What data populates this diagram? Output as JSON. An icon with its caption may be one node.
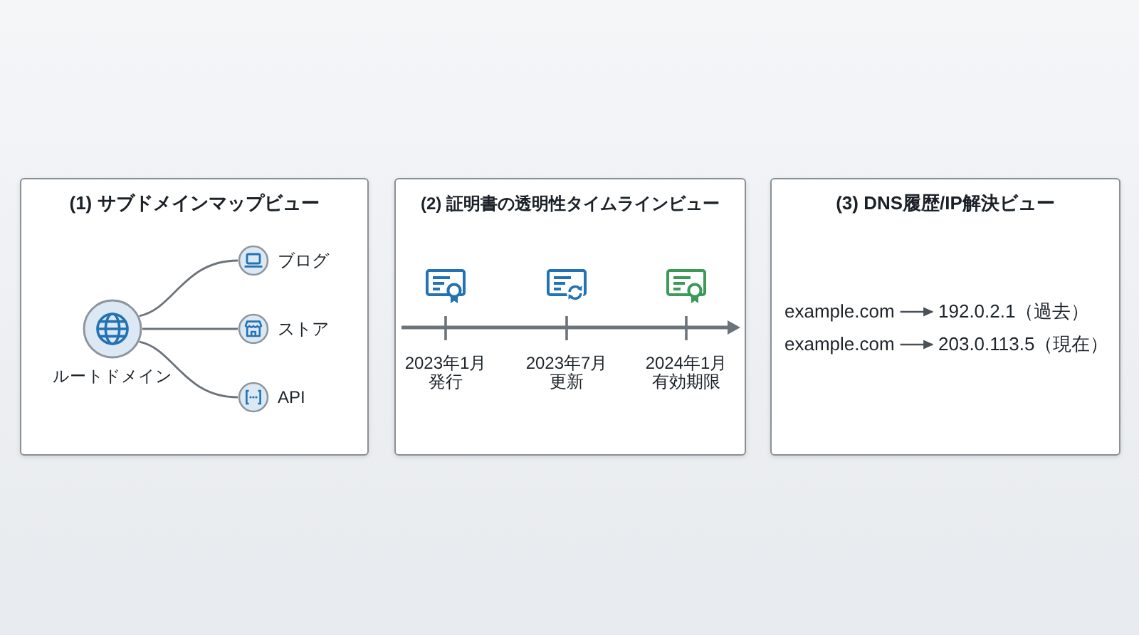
{
  "diagram": {
    "nodes": [
      {
        "text": [
          "(1) サブドメインマップビュー"
        ]
      },
      {
        "text": [
          "ルートドメイン"
        ],
        "in": 0
      },
      {
        "text": [
          "ブログ"
        ],
        "in": 0
      },
      {
        "text": [
          "ストア"
        ],
        "in": 0
      },
      {
        "text": [
          "API"
        ],
        "in": 0
      },
      {
        "text": [
          "(2) 証明書の透明性タイムラインビュー"
        ]
      },
      {
        "text": [
          "(3) DNS履歴/IP解決ビュー"
        ]
      },
      {
        "text": [
          "example.com"
        ],
        "in": 6
      },
      {
        "text": [
          "192.0.2.1（過去）"
        ],
        "in": 6
      },
      {
        "text": [
          "example.com"
        ],
        "in": 6
      },
      {
        "text": [
          "203.0.113.5（現在）"
        ],
        "in": 6
      }
    ],
    "edges": [
      {
        "from": 1,
        "to": 2,
        "arrow": "none"
      },
      {
        "from": 1,
        "to": 3,
        "arrow": "none"
      },
      {
        "from": 1,
        "to": 4,
        "arrow": "none"
      },
      {
        "from": 7,
        "to": 8,
        "arrow": "to"
      },
      {
        "from": 9,
        "to": 10,
        "arrow": "to"
      }
    ],
    "labels": [
      "2023年1月",
      "発行",
      "2023年7月",
      "更新",
      "2024年1月",
      "有効期限"
    ]
  }
}
